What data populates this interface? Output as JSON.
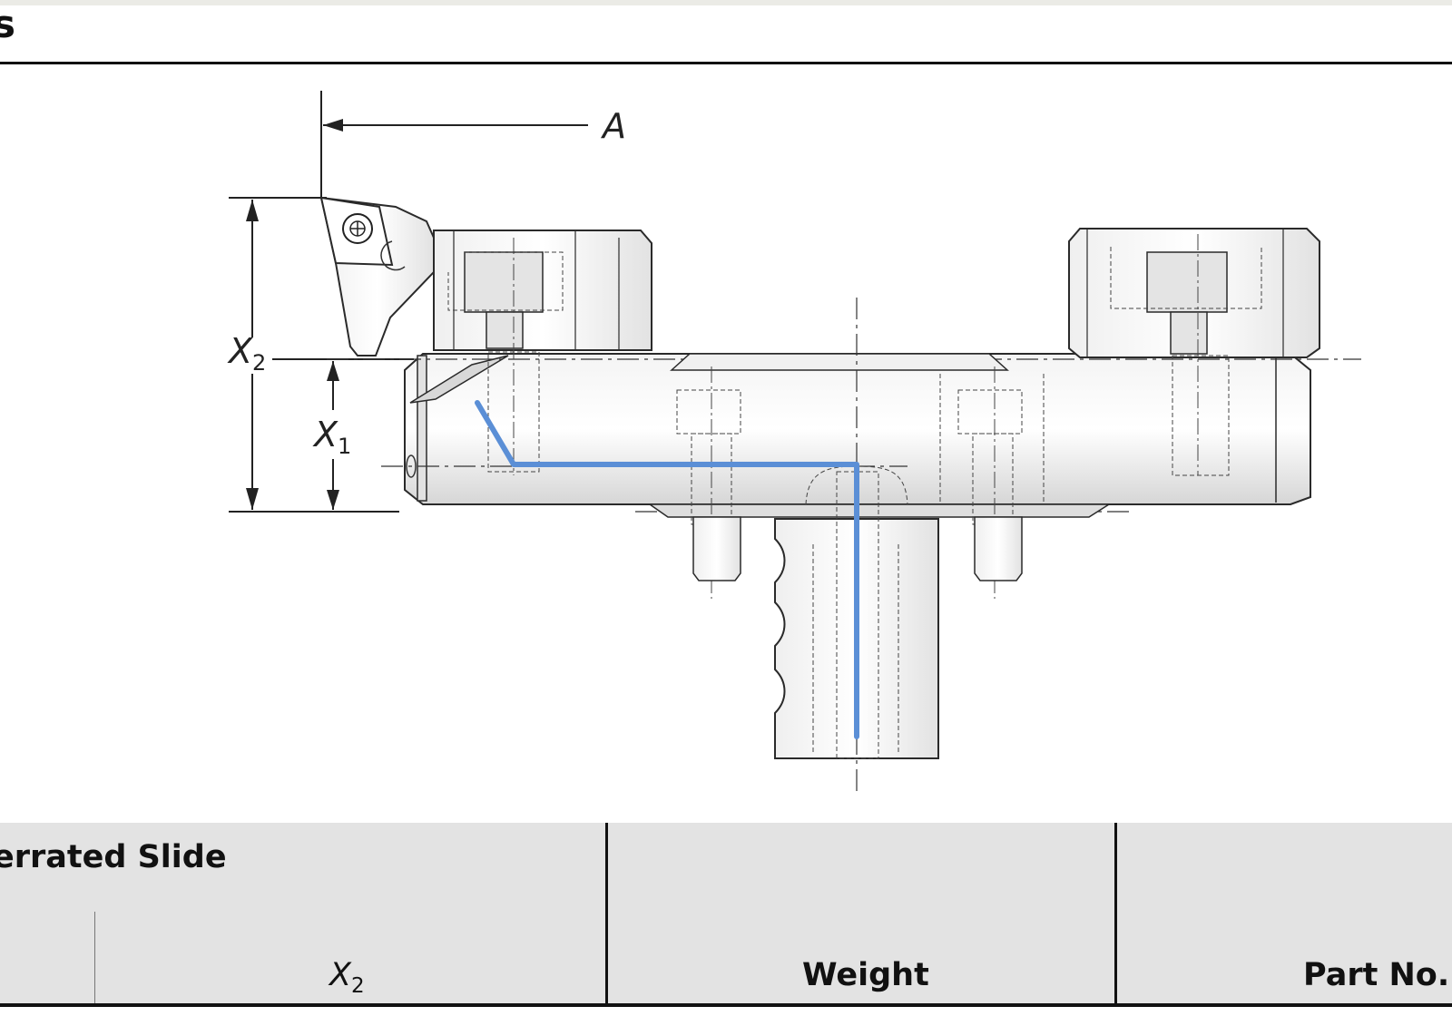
{
  "header": {
    "partial_title": "s"
  },
  "diagram": {
    "labels": {
      "a": "A",
      "x1_base": "X",
      "x1_sub": "1",
      "x2_base": "X",
      "x2_sub": "2"
    },
    "colors": {
      "coolant_path": "#5b8fd6",
      "line": "#2a2a2a",
      "body_fill": "#e6e6e6"
    }
  },
  "table": {
    "title": "errated Slide",
    "columns": {
      "x2_base": "X",
      "x2_sub": "2",
      "weight": "Weight",
      "part_no": "Part No."
    }
  }
}
